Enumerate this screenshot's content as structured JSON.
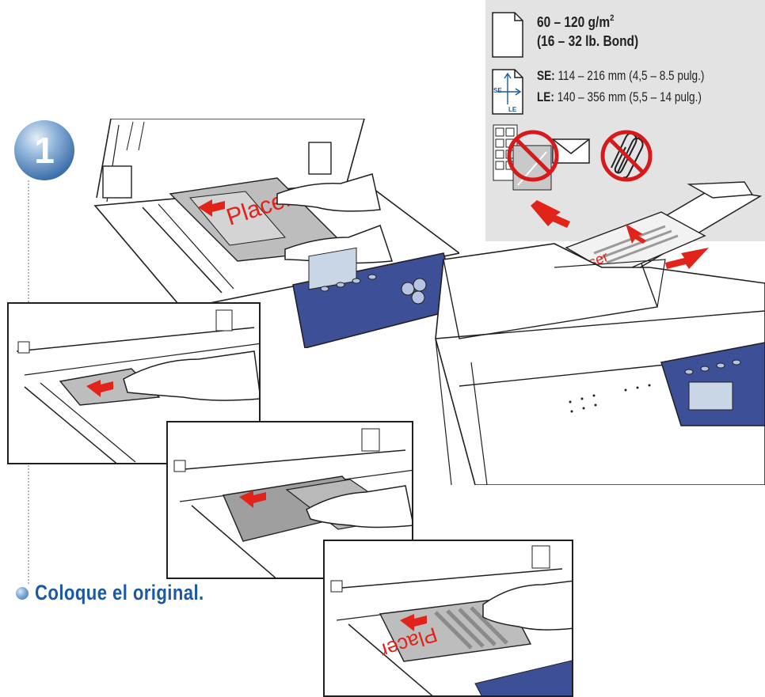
{
  "step_number": "1",
  "instruction": "Coloque el original.",
  "specs": {
    "weight_line1": "60 – 120 g/m",
    "weight_superscript": "2",
    "weight_line2": "(16 – 32 lb. Bond)",
    "se_label": "SE:",
    "se_value": " 114 – 216 mm (4,5 – 8.5 pulg.)",
    "le_label": "LE:",
    "le_value": " 140 – 356 mm (5,5 – 14 pulg.)",
    "icon_se_text": "SE",
    "icon_le_text": "LE"
  },
  "paper_text": {
    "scanner_top": "Placer",
    "feeder": "Plaser",
    "bottom_panel": "Placer"
  },
  "colors": {
    "accent_blue": "#1b5aa3",
    "arrow_red": "#e2231a",
    "panel_grey": "#e3e3e3",
    "control_panel_blue": "#3d4f96",
    "no_symbol_red": "#d7191c"
  }
}
